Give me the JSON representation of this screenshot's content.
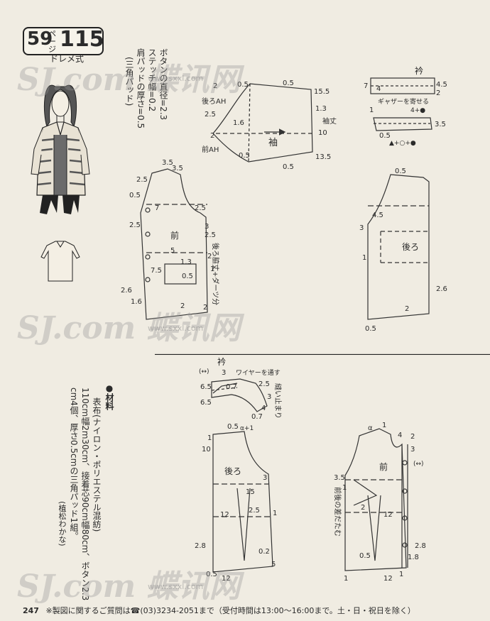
{
  "header": {
    "page_number": "59",
    "page_suffix": "ページ",
    "model_number": "115",
    "style_label": "ドレメ式"
  },
  "notes": {
    "col1": "ボタンの直径=2.3",
    "col2": "ステッチ幅=0.2",
    "col3": "肩パッドの厚さ=0.5",
    "col4": "(三角パッド)"
  },
  "materials": {
    "title": "●材料",
    "line1": "表布(ナイロン・ポリエステル混紡)",
    "line2": "110cm幅2m30cm、接着芯90cm幅80cm、ボタン2.3",
    "line3": "cm4個、厚さ0.5cmの三角パッド1組。",
    "credit": "(植松わかな)"
  },
  "sleeve": {
    "title": "袖",
    "back_ah": "後ろAH",
    "front_ah": "前AH",
    "cuff": "袖丈",
    "labels": [
      "0.5",
      "0.5",
      "15.5",
      "1.3",
      "2.5",
      "1.6",
      "2",
      "10",
      "0.5",
      "13.5",
      "0.5",
      "2"
    ]
  },
  "collar_top": {
    "title": "衿",
    "note1": "ギャザーを寄せる",
    "formula1": "4+●",
    "formula2": "▲+○+●",
    "labels": [
      "7",
      "4",
      "4.5",
      "2",
      "1",
      "3.5",
      "0.5"
    ]
  },
  "front_upper": {
    "title": "前",
    "dart_note": "後ろ脇丈+ダーツ分",
    "labels": [
      "2.5",
      "3.5",
      "3.5",
      "0.5",
      "7",
      "2.5",
      "2.5",
      "3",
      "2.5",
      "5",
      "2",
      "1",
      "7.5",
      "1.3",
      "0.5",
      "2",
      "2.6",
      "1.6",
      "2"
    ]
  },
  "back_upper": {
    "title": "後ろ",
    "labels": [
      "0.5",
      "4.5",
      "3",
      "1",
      "2.6",
      "2",
      "0.5"
    ]
  },
  "collar_bottom": {
    "title": "衿",
    "wire_note": "ワイヤーを通す",
    "fold_note": "縫い止まり",
    "labels": [
      "(↔)",
      "3",
      "6.5",
      "0.7",
      "2.5",
      "3",
      "6.5",
      "4",
      "0.7"
    ]
  },
  "back_lower": {
    "title": "後ろ",
    "formula": "α+1",
    "labels": [
      "0.5",
      "1",
      "10",
      "3",
      "15",
      "12",
      "2.5",
      "1",
      "2.8",
      "0.2",
      "5",
      "12",
      "0.5"
    ]
  },
  "front_lower": {
    "title": "前",
    "side_note": "前後の差だたむ",
    "labels": [
      "α",
      "1",
      "4",
      "2",
      "3",
      "3.5",
      "1",
      "2",
      "12",
      "2.8",
      "1.8",
      "0.5",
      "1",
      "12",
      "1",
      "(↔)"
    ]
  },
  "watermark": {
    "brand": "SJ.com 蝶讯网",
    "url": "www.sxxl.com"
  },
  "footer": {
    "page": "247",
    "text": "※製図に関するご質問は☎(03)3234-2051まで（受付時間は13:00～16:00まで。土・日・祝日を除く）"
  }
}
